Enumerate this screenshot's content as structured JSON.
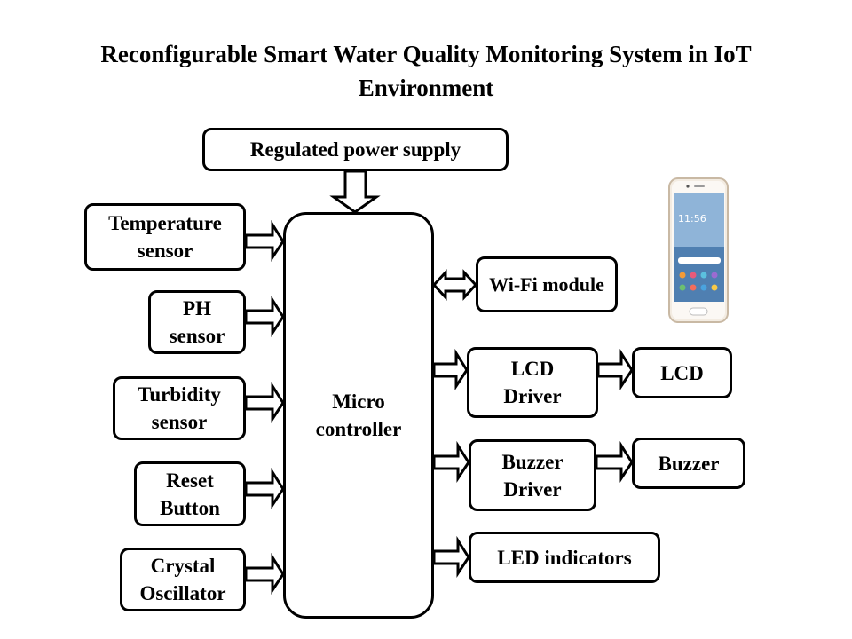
{
  "title": {
    "line1": "Reconfigurable Smart Water Quality Monitoring System in IoT",
    "line2": "Environment"
  },
  "blocks": {
    "power_supply": "Regulated power supply",
    "temperature_sensor": "Temperature\nsensor",
    "ph_sensor": "PH\nsensor",
    "turbidity_sensor": "Turbidity\nsensor",
    "reset_button": "Reset\nButton",
    "crystal_oscillator": "Crystal\nOscillator",
    "microcontroller": "Micro\ncontroller",
    "wifi_module": "Wi-Fi module",
    "lcd_driver": "LCD\nDriver",
    "lcd": "LCD",
    "buzzer_driver": "Buzzer\nDriver",
    "buzzer": "Buzzer",
    "led_indicators": "LED indicators"
  },
  "phone_screen": {
    "time": "11:56"
  }
}
